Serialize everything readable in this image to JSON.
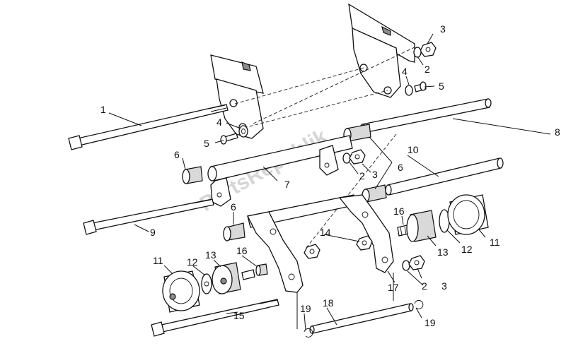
{
  "watermark": "PartsRepublik",
  "callouts": {
    "c1": "1",
    "c2a": "2",
    "c2b": "2",
    "c2c": "2",
    "c3a": "3",
    "c3b": "3",
    "c3c": "3",
    "c4a": "4",
    "c4b": "4",
    "c5a": "5",
    "c5b": "5",
    "c6a": "6",
    "c6b": "6",
    "c6c": "6",
    "c7": "7",
    "c8": "8",
    "c9": "9",
    "c10": "10",
    "c11a": "11",
    "c11b": "11",
    "c12a": "12",
    "c12b": "12",
    "c13a": "13",
    "c13b": "13",
    "c14": "14",
    "c15": "15",
    "c16a": "16",
    "c16b": "16",
    "c17": "17",
    "c18": "18",
    "c19a": "19",
    "c19b": "19"
  }
}
